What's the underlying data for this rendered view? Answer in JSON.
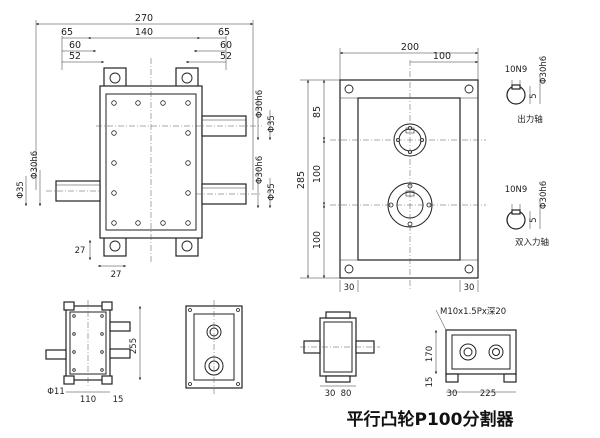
{
  "caption": "平行凸轮P100分割器",
  "top_view": {
    "overall_width": "270",
    "body_width": "140",
    "offset_65_left": "65",
    "offset_60_left": "60",
    "offset_52_left": "52",
    "offset_65_right": "65",
    "offset_60_right": "60",
    "offset_52_right": "52",
    "shaft_dia_right_top": "Φ30h6",
    "shaft_dia_right_top_2": "Φ35",
    "shaft_dia_left": "Φ30h6",
    "shaft_dia_left_2": "Φ35",
    "shaft_dia_right_bottom": "Φ30h6",
    "shaft_dia_right_bottom_2": "Φ35",
    "foot_height": "27",
    "foot_width": "27"
  },
  "front_view": {
    "width": "200",
    "inner_width": "100",
    "height": "285",
    "upper_85": "85",
    "mid_100": "100",
    "lower_100": "100",
    "foot_left": "30",
    "foot_right": "30"
  },
  "keyway_output": {
    "key": "10N9",
    "dia": "Φ30h6",
    "depth": "5",
    "label": "出力轴"
  },
  "keyway_input": {
    "key": "10N9",
    "dia": "Φ30h6",
    "depth": "5",
    "label": "双入力轴"
  },
  "small_views": {
    "view1_dim_255": "255",
    "view1_dim_110": "110",
    "view1_dim_15": "15",
    "view1_dim_phi11": "Φ11",
    "view4_dim_170": "170",
    "view4_dim_15": "15",
    "view4_dim_30": "30",
    "view4_dim_225": "225",
    "view4_note": "M10x1.5Px深20",
    "view3_dim_30": "30",
    "view3_dim_80": "80"
  }
}
